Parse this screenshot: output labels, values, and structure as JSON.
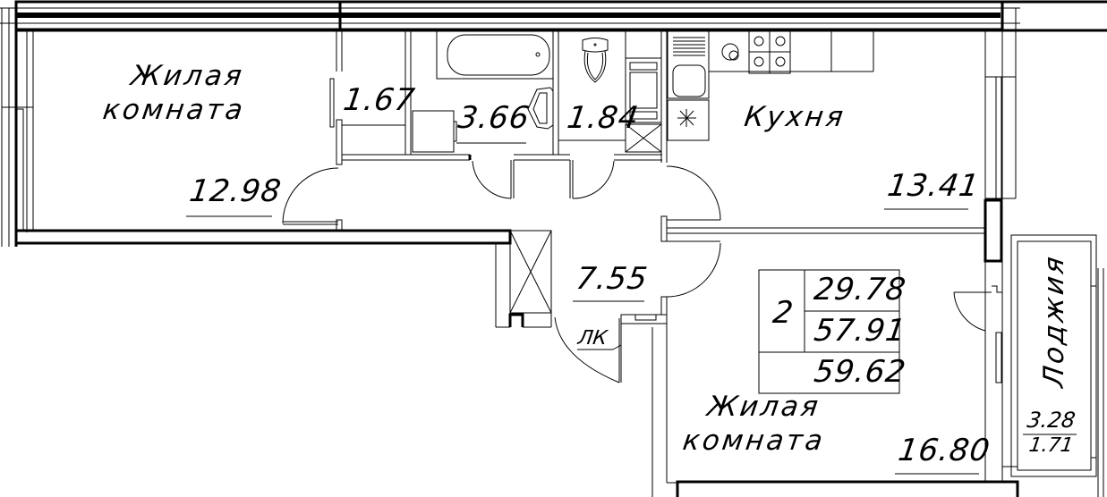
{
  "plan": {
    "rooms": [
      {
        "id": "living-room-1",
        "name_line1": "Жилая",
        "name_line2": "комната",
        "area": "12.98"
      },
      {
        "id": "storage",
        "area": "1.67"
      },
      {
        "id": "bathroom",
        "area": "3.66"
      },
      {
        "id": "toilet",
        "area": "1.84"
      },
      {
        "id": "kitchen",
        "name": "Кухня",
        "area": "13.41"
      },
      {
        "id": "hallway",
        "area": "7.55"
      },
      {
        "id": "living-room-2",
        "name_line1": "Жилая",
        "name_line2": "комната",
        "area": "16.80"
      },
      {
        "id": "loggia",
        "name": "Лоджия",
        "area_full": "3.28",
        "area_reduced": "1.71"
      }
    ],
    "summary": {
      "room_count": "2",
      "living_area": "29.78",
      "total_area": "57.91",
      "total_with_loggia": "59.62"
    },
    "annotations": {
      "lk": "ЛК"
    },
    "colors": {
      "line": "#000000",
      "background": "#ffffff"
    }
  }
}
